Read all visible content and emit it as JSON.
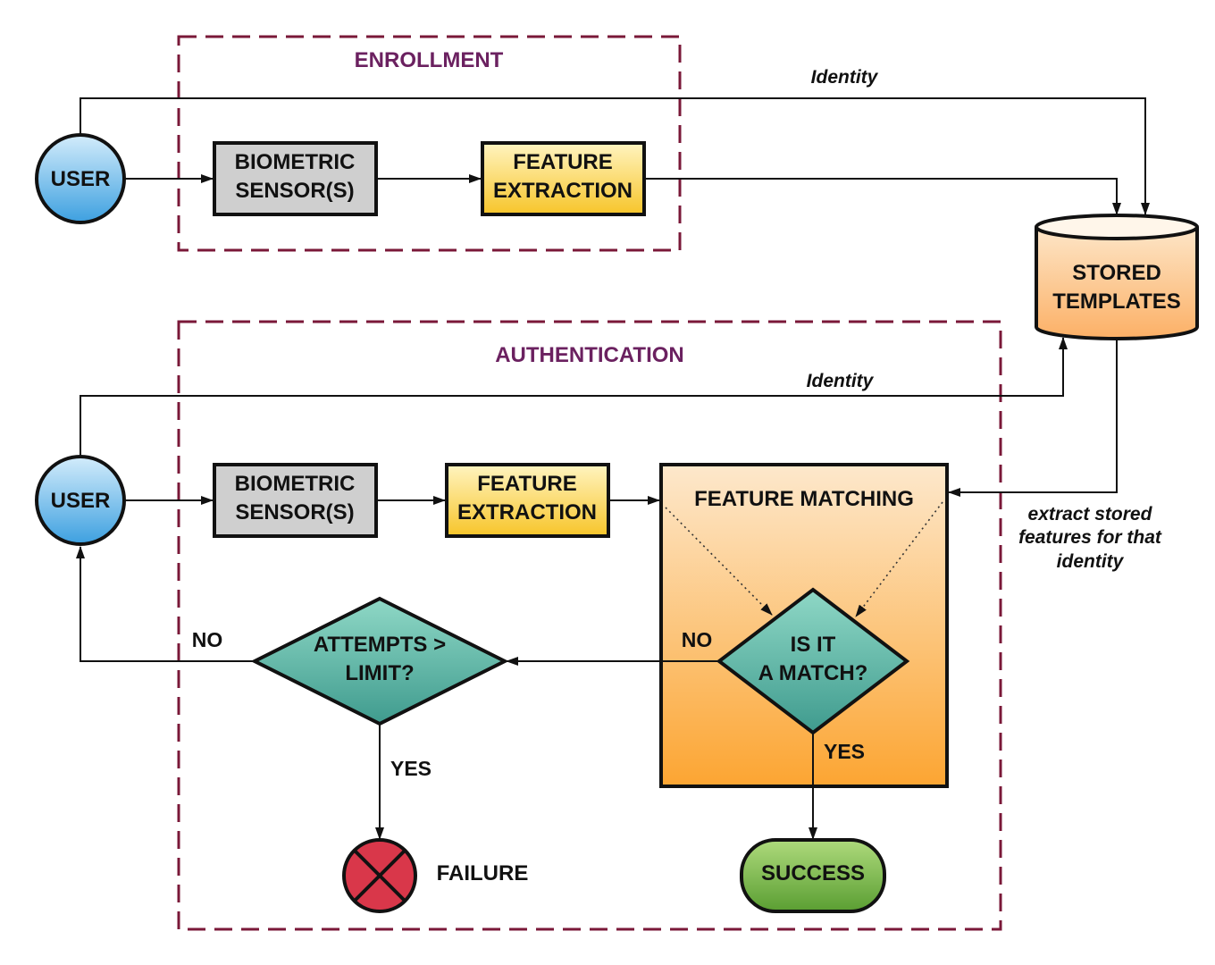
{
  "colors": {
    "section_border": "#7a1838",
    "section_title": "#6b2160",
    "sensor_fill": "#cfcfcf",
    "extraction_fill_top": "#fff4c0",
    "extraction_fill_bottom": "#f7c52a",
    "user_fill_top": "#d3ecfb",
    "user_fill_bottom": "#3da0e0",
    "matching_fill_top": "#fde8cc",
    "matching_fill_bottom": "#fca532",
    "diamond_fill_top": "#8fd8c6",
    "diamond_fill_bottom": "#3f9b8e",
    "success_fill_top": "#aeda7c",
    "success_fill_bottom": "#5a9e32",
    "failure_fill": "#d9374a"
  },
  "enrollment": {
    "title": "ENROLLMENT",
    "user": "USER",
    "sensor": [
      "BIOMETRIC",
      "SENSOR(S)"
    ],
    "extraction": [
      "FEATURE",
      "EXTRACTION"
    ],
    "identity_label": "Identity"
  },
  "templates": [
    "STORED",
    "TEMPLATES"
  ],
  "authentication": {
    "title": "AUTHENTICATION",
    "user": "USER",
    "sensor": [
      "BIOMETRIC",
      "SENSOR(S)"
    ],
    "extraction": [
      "FEATURE",
      "EXTRACTION"
    ],
    "identity_label": "Identity",
    "matching_title": "FEATURE MATCHING",
    "match_question": [
      "IS IT",
      "A MATCH?"
    ],
    "attempts_question": [
      "ATTEMPTS >",
      "LIMIT?"
    ],
    "no_match_label": "NO",
    "no_attempts_label": "NO",
    "yes_match_label": "YES",
    "yes_attempts_label": "YES",
    "success": "SUCCESS",
    "failure": "FAILURE",
    "extract_note": [
      "extract stored",
      "features for that",
      "identity"
    ]
  },
  "icons": {
    "failure": "x-circle-icon",
    "database": "cylinder-database-icon"
  }
}
